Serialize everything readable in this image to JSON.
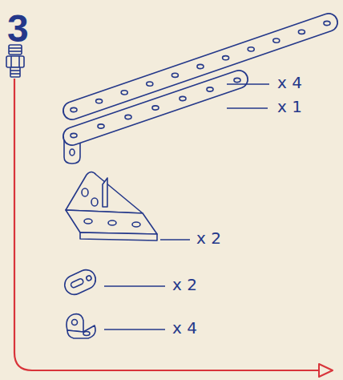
{
  "diagram": {
    "labels": [
      "3",
      "x 4",
      "x 1",
      "x 2",
      "x 2",
      "x 4"
    ]
  }
}
